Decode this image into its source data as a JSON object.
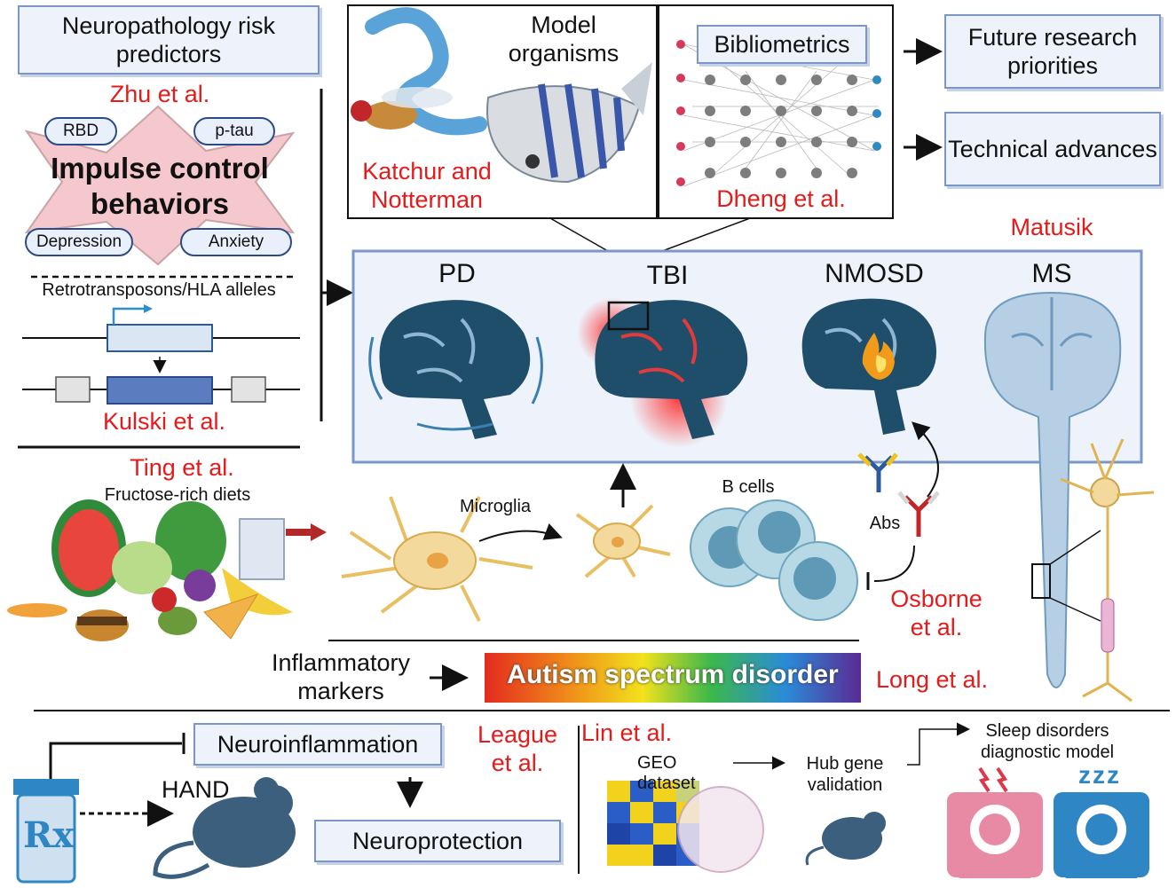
{
  "risk": {
    "header": "Neuropathology risk predictors",
    "zhu": "Zhu et al.",
    "impulse": "Impulse control behaviors",
    "rbd": "RBD",
    "ptau": "p-tau",
    "depression": "Depression",
    "anxiety": "Anxiety",
    "retro": "Retrotransposons/HLA alleles",
    "kulski": "Kulski et al."
  },
  "models": {
    "title": "Model organisms",
    "author": "Katchur and Notterman"
  },
  "biblio": {
    "title": "Bibliometrics",
    "author": "Dheng et al."
  },
  "outcomes": {
    "future": "Future research priorities",
    "technical": "Technical advances"
  },
  "diseases": {
    "matusik": "Matusik",
    "pd": "PD",
    "tbi": "TBI",
    "nmosd": "NMOSD",
    "ms": "MS"
  },
  "diet": {
    "ting": "Ting et al.",
    "fructose": "Fructose-rich diets"
  },
  "cells": {
    "microglia": "Microglia",
    "bcells": "B cells",
    "abs": "Abs",
    "osborne": "Osborne et al."
  },
  "asd": {
    "markers": "Inflammatory markers",
    "label": "Autism spectrum disorder",
    "author": "Long et al."
  },
  "hand": {
    "neuroinflammation": "Neuroinflammation",
    "hand": "HAND",
    "neuroprotection": "Neuroprotection",
    "league": "League et al.",
    "rx": "Rx"
  },
  "sleep": {
    "lin": "Lin et al.",
    "geo": "GEO dataset",
    "hub": "Hub gene validation",
    "model": "Sleep disorders diagnostic model",
    "zzz": "zzz"
  },
  "colors": {
    "accent_red": "#e31b1b",
    "box_border": "#7b97c8",
    "box_fill": "#eef3fb",
    "brain_blue": "#1f4e6b",
    "cell_yellow": "#f3d99b"
  }
}
